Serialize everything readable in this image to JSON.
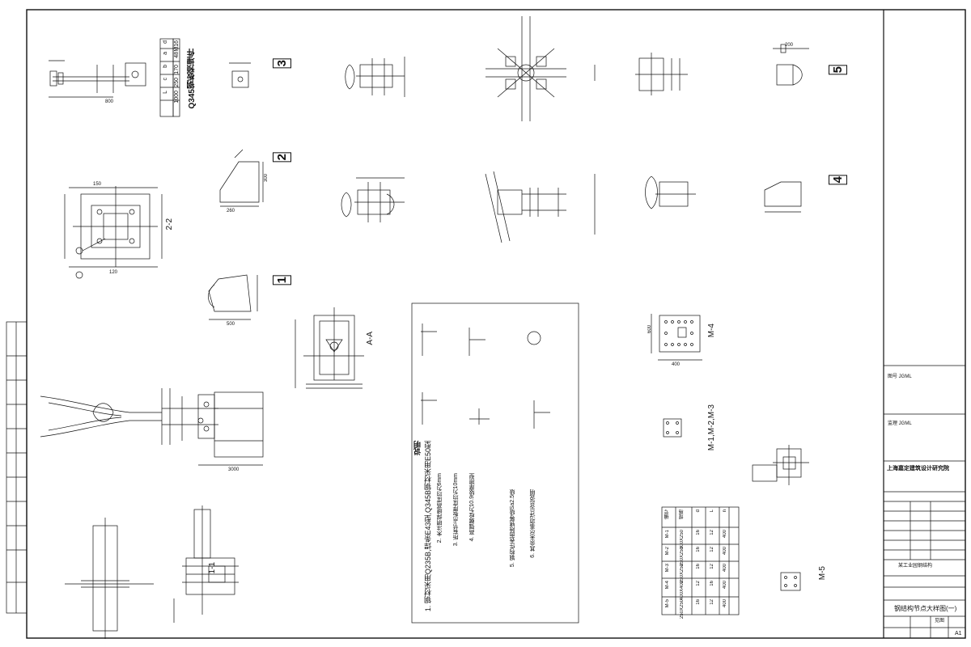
{
  "drawing": {
    "sheet_size": "A1",
    "title_block": {
      "institute": "上海嘉定建筑设计研究院",
      "signature_block_1": "图号 JGML",
      "signature_block_2": "监理 JGML",
      "drawing_title": "钢结构节点大样图(一)",
      "project_name": "某工业园钢结构",
      "scale": "见图",
      "sheet_no": "A1"
    },
    "detail_labels": {
      "d1": "1",
      "d2": "2",
      "d3": "3",
      "d4": "4",
      "d5": "5",
      "section_AA": "A-A",
      "section_22": "2-2",
      "section_11": "1-1",
      "section_M": "M-4",
      "section_M1": "M-1,M-2,M-3",
      "section_M5": "M-5",
      "bolt_plate_title": "Q345钢板预埋件"
    },
    "table_anchor": {
      "header": [
        "编号",
        "规格",
        "d",
        "L",
        "n"
      ],
      "rows": [
        [
          "M-1",
          "300X250",
          "16",
          "12",
          "400"
        ],
        [
          "M-2",
          "250X250",
          "16",
          "12",
          "400"
        ],
        [
          "M-3",
          "250X250",
          "16",
          "12",
          "400"
        ],
        [
          "M-4",
          "400X400",
          "12",
          "16",
          "400"
        ],
        [
          "M-5",
          "250X250",
          "16",
          "12",
          "400"
        ]
      ]
    },
    "table_bolt": {
      "header": [
        "d",
        "a",
        "b",
        "c",
        "L"
      ],
      "row": [
        "M16",
        "48",
        "170",
        "250",
        "1000"
      ]
    },
    "notes": {
      "title": "说明",
      "lines": [
        "1. 钢材采用Q235B,焊条E43型,Q345B钢材采用E50型",
        "2. 未注明焊缝高度均为6mm",
        "3. 所有节点板厚度均为10mm",
        "4. 高强螺栓为10.9级摩擦型",
        "5. 钢构件表面除锈等级Sa2.5级",
        "6. 其余未尽事项详见总说明"
      ]
    },
    "dimensions": {
      "d1": "800",
      "d2": "600",
      "d3": "260",
      "d4": "300",
      "d5": "120",
      "d6": "150",
      "d7": "3000",
      "d8": "500",
      "d9": "400",
      "d10": "200"
    }
  }
}
